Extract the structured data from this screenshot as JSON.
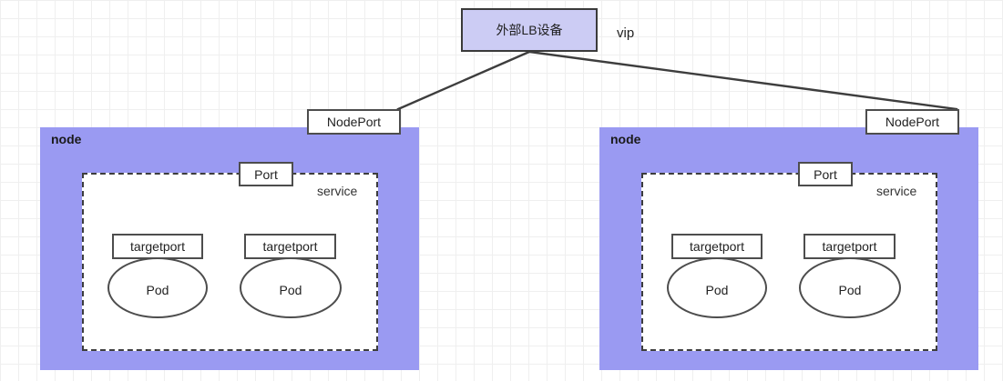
{
  "diagram": {
    "title_box": {
      "label": "外部LB设备",
      "fill": "#ccccf4",
      "stroke": "#3a3a3a"
    },
    "vip_label": "vip",
    "colors": {
      "node_fill": "#9a9af2",
      "service_fill": "#ffffff",
      "service_stroke": "#3d3d3d",
      "box_stroke": "#4d4d4d",
      "edge_stroke": "#3d3d3d",
      "grid": "#efefef",
      "background": "#ffffff"
    },
    "nodes": [
      {
        "label": "node",
        "nodeport_label": "NodePort",
        "service_label": "service",
        "port_label": "Port",
        "pods": [
          {
            "targetport_label": "targetport",
            "pod_label": "Pod"
          },
          {
            "targetport_label": "targetport",
            "pod_label": "Pod"
          }
        ]
      },
      {
        "label": "node",
        "nodeport_label": "NodePort",
        "service_label": "service",
        "port_label": "Port",
        "pods": [
          {
            "targetport_label": "targetport",
            "pod_label": "Pod"
          },
          {
            "targetport_label": "targetport",
            "pod_label": "Pod"
          }
        ]
      }
    ]
  }
}
